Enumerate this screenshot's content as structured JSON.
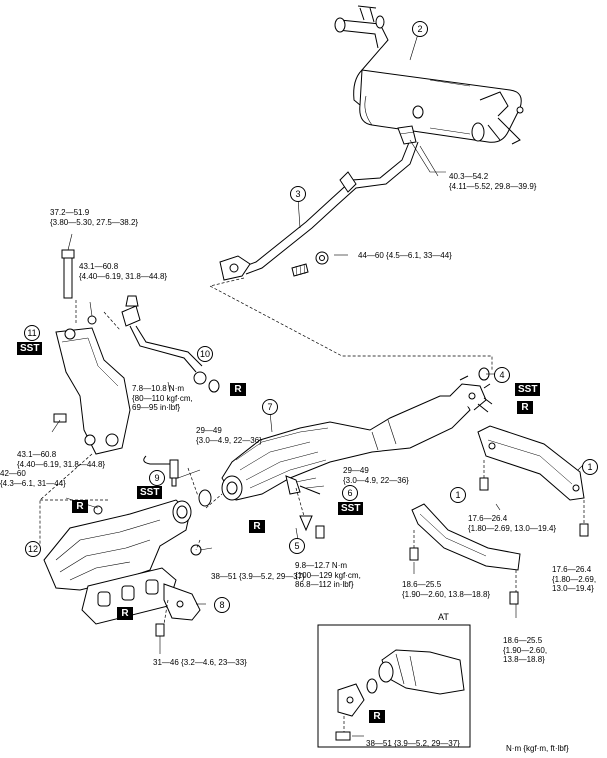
{
  "parts": {
    "p1": "1",
    "p2": "2",
    "p3": "3",
    "p4": "4",
    "p5": "5",
    "p6": "6",
    "p7": "7",
    "p8": "8",
    "p9": "9",
    "p10": "10",
    "p11": "11",
    "p12": "12"
  },
  "torques": {
    "t1": "40.3—54.2\n{4.11—5.52, 29.8—39.9}",
    "t2": "37.2—51.9\n{3.80—5.30, 27.5—38.2}",
    "t3": "44—60 {4.5—6.1, 33—44}",
    "t4": "43.1—60.8\n{4.40—6.19, 31.8—44.8}",
    "t5": "7.8—10.8 N·m\n{80—110 kgf·cm,\n69—95 in·lbf}",
    "t6": "29—49\n{3.0—4.9, 22—36}",
    "t7": "43.1—60.8\n{4.40—6.19, 31.8—44.8}",
    "t8": "42—60\n{4.3—6.1, 31—44}",
    "t9": "29—49\n{3.0—4.9, 22—36}",
    "t10": "9.8—12.7 N·m\n{100—129 kgf·cm,\n86.8—112 in·lbf}",
    "t11": "17.6—26.4\n{1.80—2.69, 13.0—19.4}",
    "t12": "17.6—26.4\n{1.80—2.69,\n13.0—19.4}",
    "t13": "18.6—25.5\n{1.90—2.60, 13.8—18.8}",
    "t14": "38—51 {3.9—5.2, 29—37}",
    "t15": "18.6—25.5\n{1.90—2.60,\n13.8—18.8}",
    "t16": "31—46 {3.2—4.6, 23—33}",
    "t17": "38—51 {3.9—5.2, 29—37}"
  },
  "badges": {
    "sst": "SST",
    "r": "R"
  },
  "at_label": "AT",
  "unit_label": "N·m {kgf·m, ft·lbf}"
}
